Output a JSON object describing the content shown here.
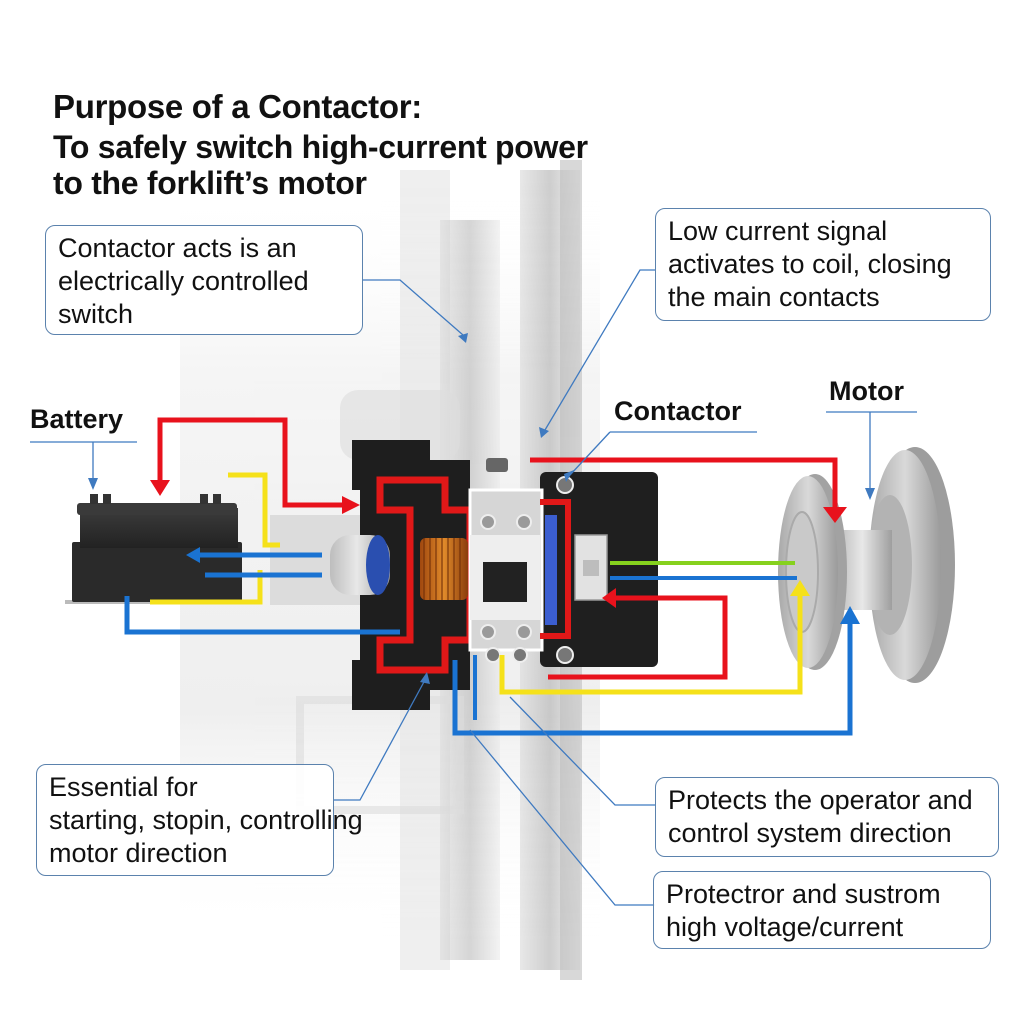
{
  "header": {
    "title": "Purpose of a Contactor:",
    "subtitle_lines": [
      "To safely switch high-current power",
      "to the forklift’s motor"
    ]
  },
  "component_labels": {
    "battery": "Battery",
    "contactor": "Contactor",
    "motor": "Motor"
  },
  "callouts": {
    "electrically_controlled": {
      "lines": [
        "Contactor acts is an",
        "electrically controlled",
        "switch"
      ]
    },
    "low_current_signal": {
      "lines": [
        "Low current signal",
        "activates to coil, closing",
        "the main contacts"
      ]
    },
    "essential_for": {
      "lines": [
        "Essential for",
        "starting, stopin, controlling",
        "motor direction"
      ]
    },
    "protects_operator": {
      "lines": [
        "Protects the operator and",
        "control system direction"
      ]
    },
    "protector_high_voltage": {
      "lines": [
        "Protectror and sustrom",
        "high voltage/current"
      ]
    }
  },
  "wire_colors": {
    "power": "#e8121c",
    "control_blue": "#1a73d2",
    "signal_yellow": "#f5e11a",
    "signal_green": "#86d11e",
    "leader": "#3f7ac0",
    "callout_border": "#5b82ad"
  }
}
